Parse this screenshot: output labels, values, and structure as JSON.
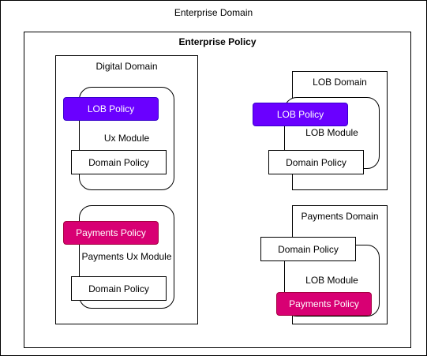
{
  "enterprise_domain": {
    "label": "Enterprise Domain"
  },
  "enterprise_policy": {
    "label": "Enterprise Policy"
  },
  "digital_domain": {
    "label": "Digital Domain",
    "ux_module": {
      "label": "Ux Module",
      "lob_policy": "LOB Policy",
      "domain_policy": "Domain Policy"
    },
    "payments_ux_module": {
      "label": "Payments Ux Module",
      "payments_policy": "Payments Policy",
      "domain_policy": "Domain Policy"
    }
  },
  "lob_domain": {
    "label": "LOB Domain",
    "lob_module": {
      "label": "LOB Module",
      "lob_policy": "LOB Policy",
      "domain_policy": "Domain Policy"
    }
  },
  "payments_domain": {
    "label": "Payments Domain",
    "lob_module": {
      "label": "LOB Module",
      "domain_policy": "Domain Policy",
      "payments_policy": "Payments Policy"
    }
  },
  "colors": {
    "lob_policy_fill": "#6a00ff",
    "lob_policy_border": "#3700cc",
    "payments_policy_fill": "#d80073",
    "payments_policy_border": "#a50040",
    "stroke": "#000000",
    "background": "#ffffff"
  }
}
